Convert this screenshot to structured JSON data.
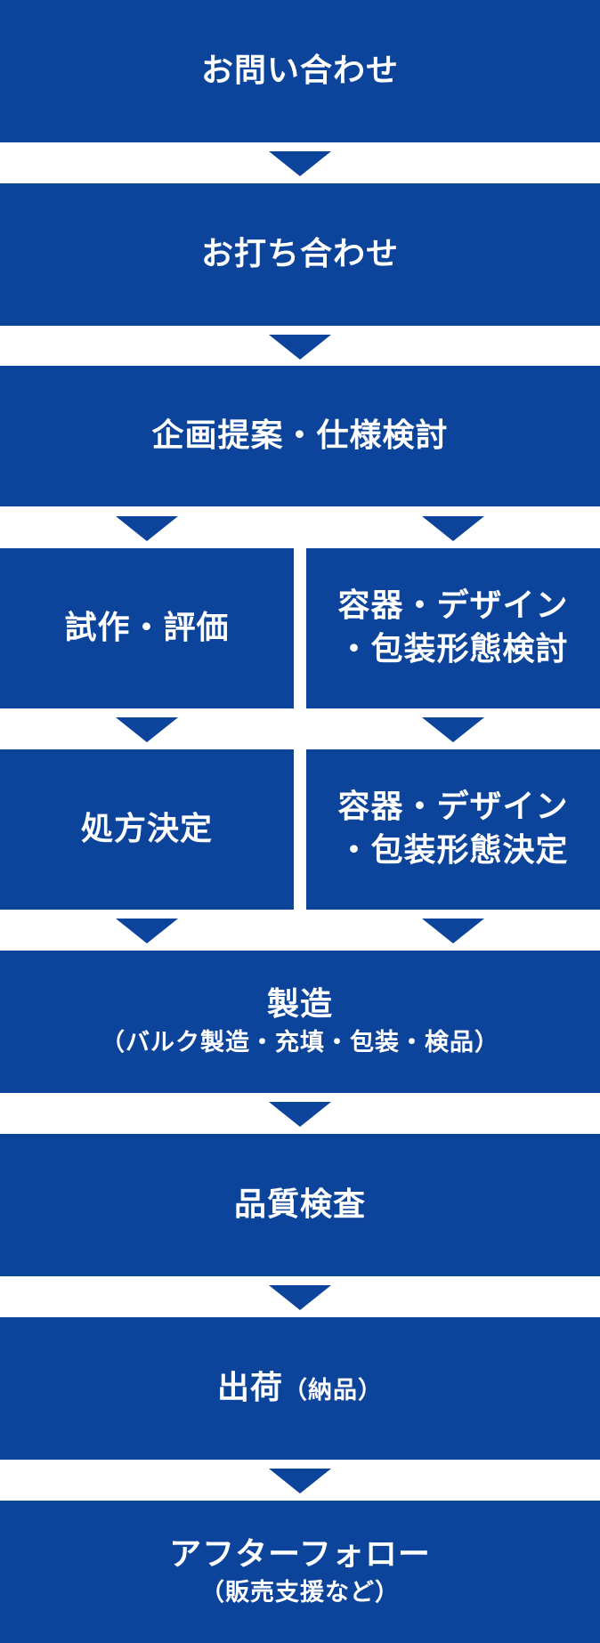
{
  "steps": {
    "inquiry": "お問い合わせ",
    "meeting": "お打ち合わせ",
    "proposal": "企画提案・仕様検討",
    "trial": "試作・評価",
    "design_review_line1": "容器・デザイン",
    "design_review_line2": "・包装形態検討",
    "formula": "処方決定",
    "design_decide_line1": "容器・デザイン",
    "design_decide_line2": "・包装形態決定",
    "manufacturing": "製造",
    "manufacturing_detail": "（バルク製造・充填・包装・検品）",
    "quality": "品質検査",
    "shipping": "出荷",
    "shipping_detail": "（納品）",
    "aftercare": "アフターフォロー",
    "aftercare_detail": "（販売支援など）"
  },
  "colors": {
    "box": "#0c449b",
    "text": "#ffffff",
    "background": "#ffffff"
  }
}
